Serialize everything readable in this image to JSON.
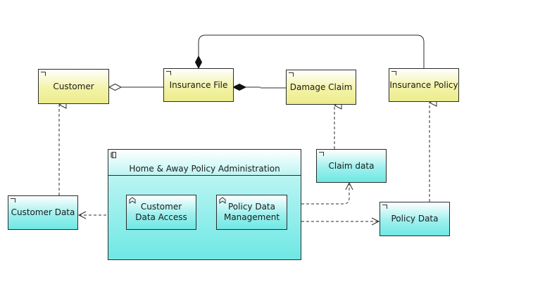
{
  "elements": {
    "customer": "Customer",
    "insurance_file": "Insurance File",
    "damage_claim": "Damage Claim",
    "insurance_policy": "Insurance Policy",
    "claim_data": "Claim data",
    "customer_data": "Customer Data",
    "policy_data": "Policy Data",
    "app_component": "Home & Away Policy Administration",
    "customer_data_access": "Customer Data Access",
    "policy_data_management": "Policy Data Management"
  },
  "colors": {
    "business_object": "#ecec8c",
    "data_object": "#6ee8e4",
    "line": "#2b2b2b"
  }
}
